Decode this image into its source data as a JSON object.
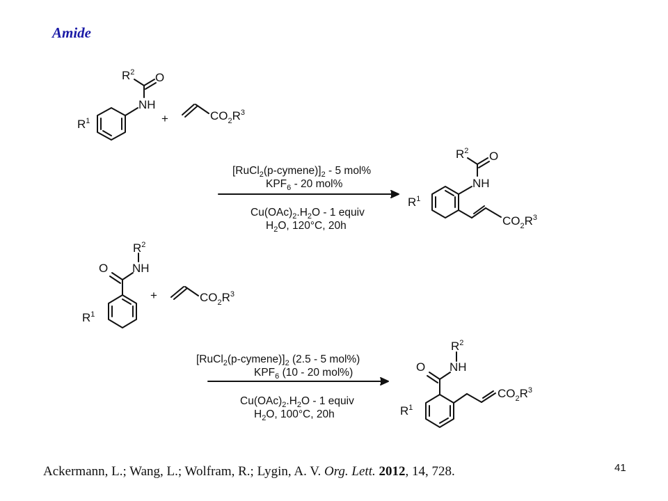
{
  "title": "Amide",
  "reaction1": {
    "reactant1": {
      "r1": "R",
      "r1_sup": "1",
      "nh": "NH",
      "r2": "R",
      "r2_sup": "2",
      "o": "O"
    },
    "plus": "+",
    "reactant2": {
      "co2": "CO",
      "co2_sub": "2",
      "r3": "R",
      "r3_sup": "3"
    },
    "conditions_above": [
      {
        "pre": "[RuCl",
        "sub": "2",
        "post": "(p-cymene)]",
        "sub2": "2",
        "tail": " - 5 mol%"
      },
      {
        "pre": "KPF",
        "sub": "6",
        "tail": " - 20 mol%"
      }
    ],
    "conditions_below": [
      {
        "pre": "Cu(OAc)",
        "sub": "2",
        "tail": ".H",
        "sub2": "2",
        "end": "O - 1 equiv"
      },
      {
        "pre": "H",
        "sub": "2",
        "tail": "O, 120°C, 20h"
      }
    ],
    "product": {
      "r1": "R",
      "r1_sup": "1",
      "nh": "NH",
      "r2": "R",
      "r2_sup": "2",
      "o": "O",
      "co2": "CO",
      "co2_sub": "2",
      "r3": "R",
      "r3_sup": "3"
    }
  },
  "reaction2": {
    "reactant1": {
      "r1": "R",
      "r1_sup": "1",
      "nh": "NH",
      "r2": "R",
      "r2_sup": "2",
      "o": "O"
    },
    "plus": "+",
    "reactant2": {
      "co2": "CO",
      "co2_sub": "2",
      "r3": "R",
      "r3_sup": "3"
    },
    "conditions_above": [
      {
        "pre": "[RuCl",
        "sub": "2",
        "post": "(p-cymene)]",
        "sub2": "2",
        "tail": " (2.5 - 5 mol%)"
      },
      {
        "pre": "KPF",
        "sub": "6",
        "tail": " (10 - 20 mol%)"
      }
    ],
    "conditions_below": [
      {
        "pre": "Cu(OAc)",
        "sub": "2",
        "tail": ".H",
        "sub2": "2",
        "end": "O - 1 equiv"
      },
      {
        "pre": "H",
        "sub": "2",
        "tail": "O, 100°C, 20h"
      }
    ],
    "product": {
      "r1": "R",
      "r1_sup": "1",
      "nh": "NH",
      "r2": "R",
      "r2_sup": "2",
      "o": "O",
      "co2": "CO",
      "co2_sub": "2",
      "r3": "R",
      "r3_sup": "3"
    }
  },
  "citation": {
    "authors": "Ackermann, L.; Wang, L.; Wolfram, R.; Lygin, A. V. ",
    "journal": "Org. Lett.",
    "sep1": " ",
    "year": "2012",
    "rest": ", 14, 728."
  },
  "page_number": "41",
  "colors": {
    "title": "#1a1aa6",
    "ink": "#111111"
  }
}
